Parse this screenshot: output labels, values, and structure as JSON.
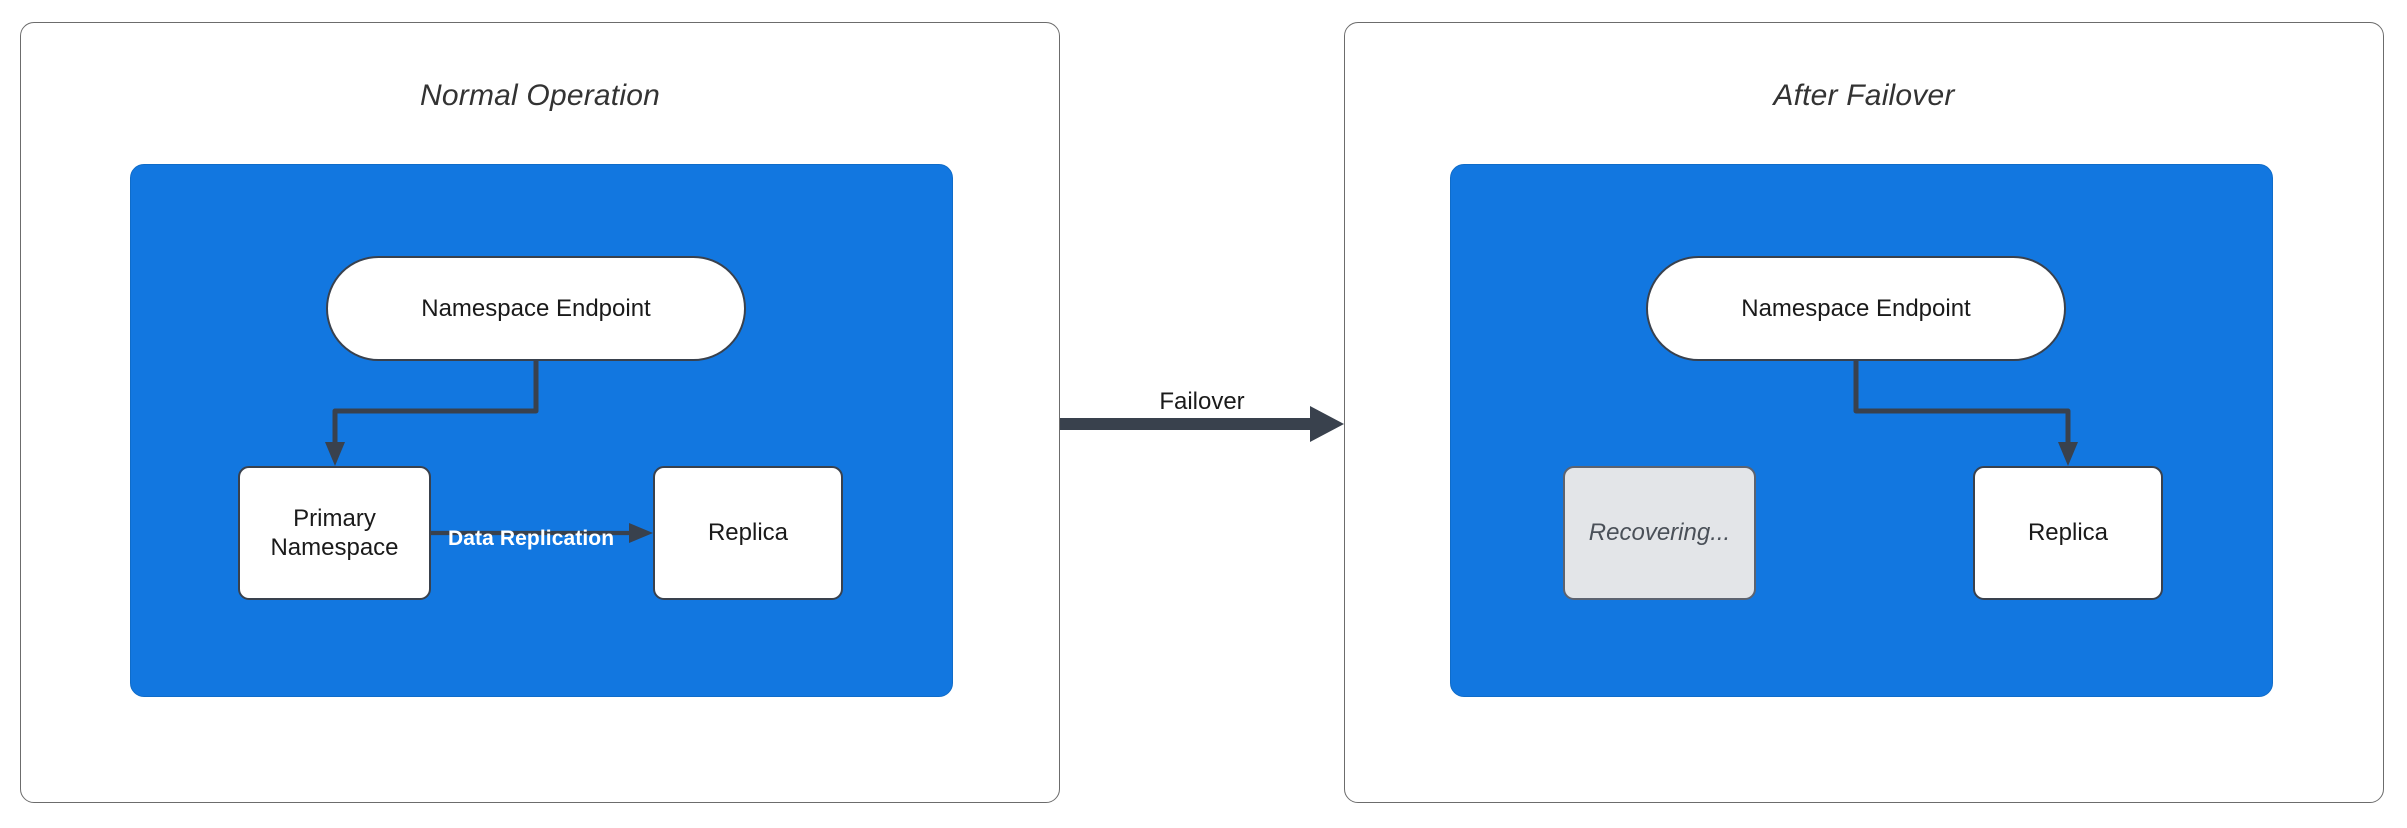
{
  "diagram": {
    "title_left": "Normal Operation",
    "title_right": "After Failover",
    "transition_label": "Failover",
    "colors": {
      "region_blue": "#1277E0",
      "node_stroke": "#39414d",
      "node_fill": "#ffffff",
      "muted_fill": "#e3e5e8",
      "panel_border": "#6c6c6c",
      "edge_label_white": "#ffffff"
    }
  },
  "panels": [
    {
      "id": "normal-operation",
      "title": "Normal Operation",
      "nodes": [
        {
          "id": "ns-endpoint-left",
          "label": "Namespace Endpoint",
          "shape": "pill",
          "state": "active"
        },
        {
          "id": "primary-namespace",
          "label": "Primary\nNamespace",
          "line1": "Primary",
          "line2": "Namespace",
          "shape": "rect",
          "state": "active"
        },
        {
          "id": "replica-left",
          "label": "Replica",
          "shape": "rect",
          "state": "active"
        }
      ],
      "edges": [
        {
          "from": "ns-endpoint-left",
          "to": "primary-namespace",
          "label": ""
        },
        {
          "from": "primary-namespace",
          "to": "replica-left",
          "label": "Data Replication"
        }
      ]
    },
    {
      "id": "after-failover",
      "title": "After Failover",
      "nodes": [
        {
          "id": "ns-endpoint-right",
          "label": "Namespace Endpoint",
          "shape": "pill",
          "state": "active"
        },
        {
          "id": "recovering",
          "label": "Recovering...",
          "shape": "rect",
          "state": "muted"
        },
        {
          "id": "replica-right",
          "label": "Replica",
          "shape": "rect",
          "state": "active"
        }
      ],
      "edges": [
        {
          "from": "ns-endpoint-right",
          "to": "replica-right",
          "label": ""
        }
      ]
    }
  ]
}
